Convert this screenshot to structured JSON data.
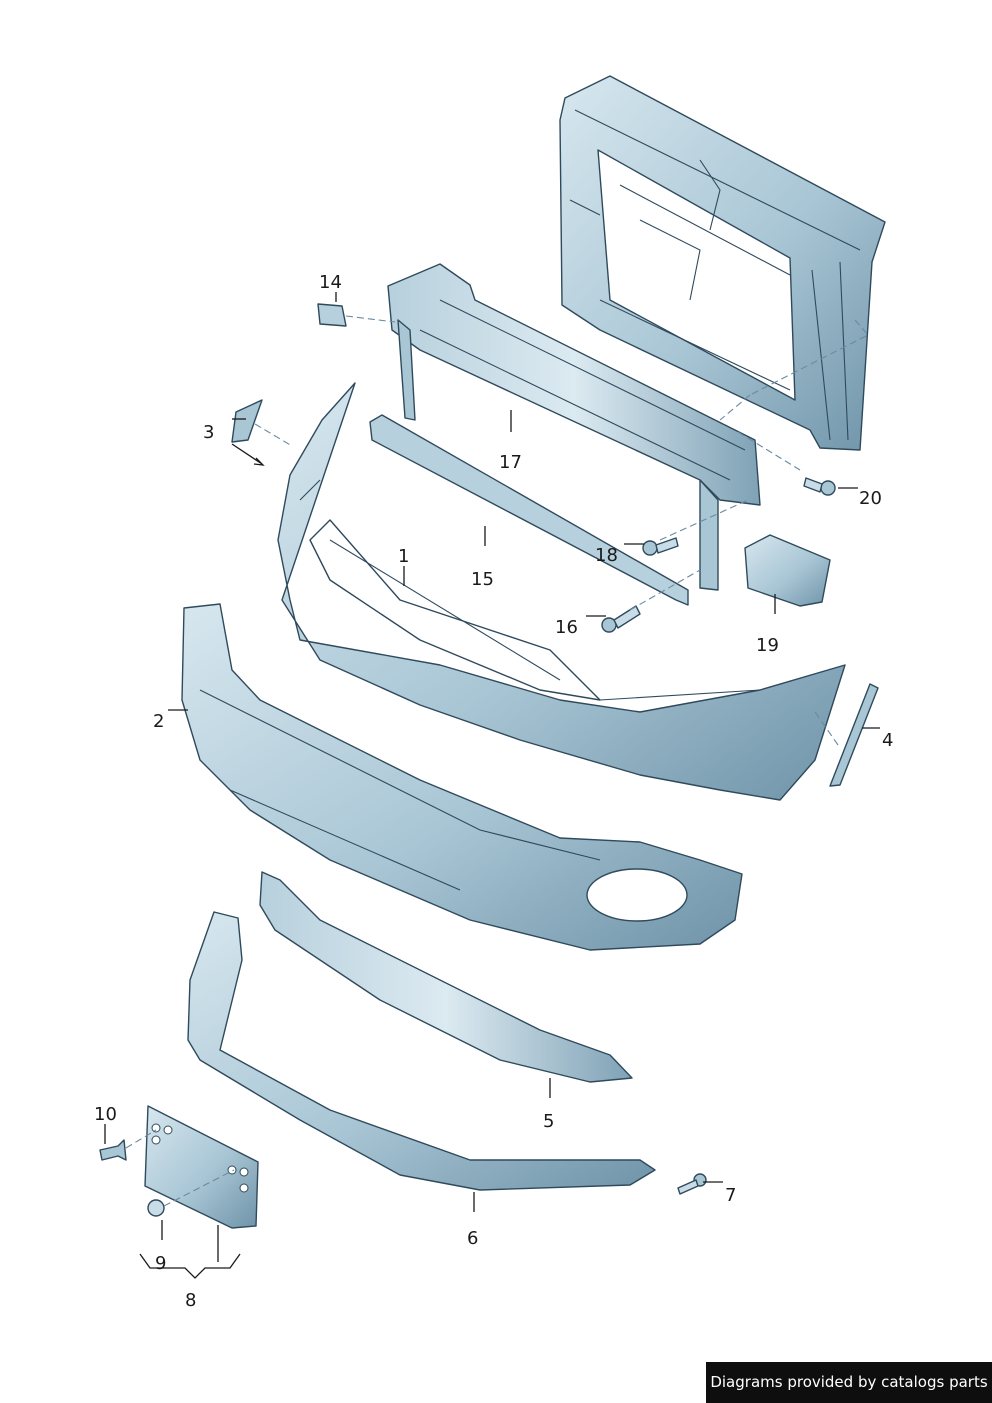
{
  "callouts": [
    {
      "id": "1",
      "label": "1"
    },
    {
      "id": "2",
      "label": "2"
    },
    {
      "id": "3",
      "label": "3"
    },
    {
      "id": "4",
      "label": "4"
    },
    {
      "id": "5",
      "label": "5"
    },
    {
      "id": "6",
      "label": "6"
    },
    {
      "id": "7",
      "label": "7"
    },
    {
      "id": "8",
      "label": "8"
    },
    {
      "id": "9",
      "label": "9"
    },
    {
      "id": "10",
      "label": "10"
    },
    {
      "id": "14",
      "label": "14"
    },
    {
      "id": "15",
      "label": "15"
    },
    {
      "id": "16",
      "label": "16"
    },
    {
      "id": "17",
      "label": "17"
    },
    {
      "id": "18",
      "label": "18"
    },
    {
      "id": "19",
      "label": "19"
    },
    {
      "id": "20",
      "label": "20"
    }
  ],
  "credit": "Diagrams provided by catalogs parts",
  "colors": {
    "part_light": "#c9dde8",
    "part_mid": "#9cbccd",
    "part_dark": "#6f93a8",
    "outline": "#2f4a5c"
  }
}
